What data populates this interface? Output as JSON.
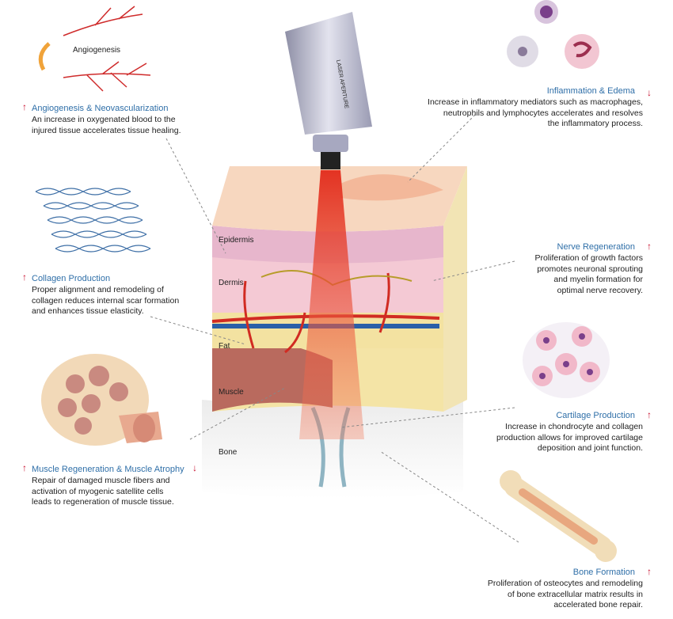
{
  "angiogenesis_icon_label": "Angiogenesis",
  "laser_label": "LASER APERTURE",
  "layers": {
    "epidermis": "Epidermis",
    "dermis": "Dermis",
    "fat": "Fat",
    "muscle": "Muscle",
    "bone": "Bone"
  },
  "items": {
    "angio": {
      "title": "Angiogenesis & Neovascularization",
      "desc": "An increase in oxygenated blood to the\ninjured tissue accelerates tissue healing.",
      "trend": "↑"
    },
    "collagen": {
      "title": "Collagen Production",
      "desc": "Proper alignment and remodeling of\ncollagen reduces internal scar formation\nand enhances tissue elasticity.",
      "trend": "↑"
    },
    "muscle": {
      "title": "Muscle Regeneration & Muscle Atrophy",
      "desc": "Repair of damaged muscle fibers and\nactivation of myogenic satellite cells\nleads to regeneration of muscle tissue.",
      "trend_up": "↑",
      "trend_down": "↓"
    },
    "inflammation": {
      "title": "Inflammation & Edema",
      "desc": "Increase in inflammatory mediators such as macrophages,\nneutrophils and lymphocytes  accelerates and resolves\nthe inflammatory process.",
      "trend": "↓"
    },
    "nerve": {
      "title": "Nerve Regeneration",
      "desc": "Proliferation of growth factors\npromotes neuronal sprouting\nand myelin formation for\noptimal nerve recovery.",
      "trend": "↑"
    },
    "cartilage": {
      "title": "Cartilage Production",
      "desc": "Increase in chondrocyte and collagen\nproduction allows for improved cartilage\ndeposition and joint function.",
      "trend": "↑"
    },
    "bone": {
      "title": "Bone Formation",
      "desc": "Proliferation of osteocytes and remodeling\nof bone extracellular matrix results in\naccelerated bone repair.",
      "trend": "↑"
    }
  },
  "colors": {
    "title_blue": "#2f6fa8",
    "arrow_red": "#c8102e",
    "laser_red": "#e0301e"
  }
}
